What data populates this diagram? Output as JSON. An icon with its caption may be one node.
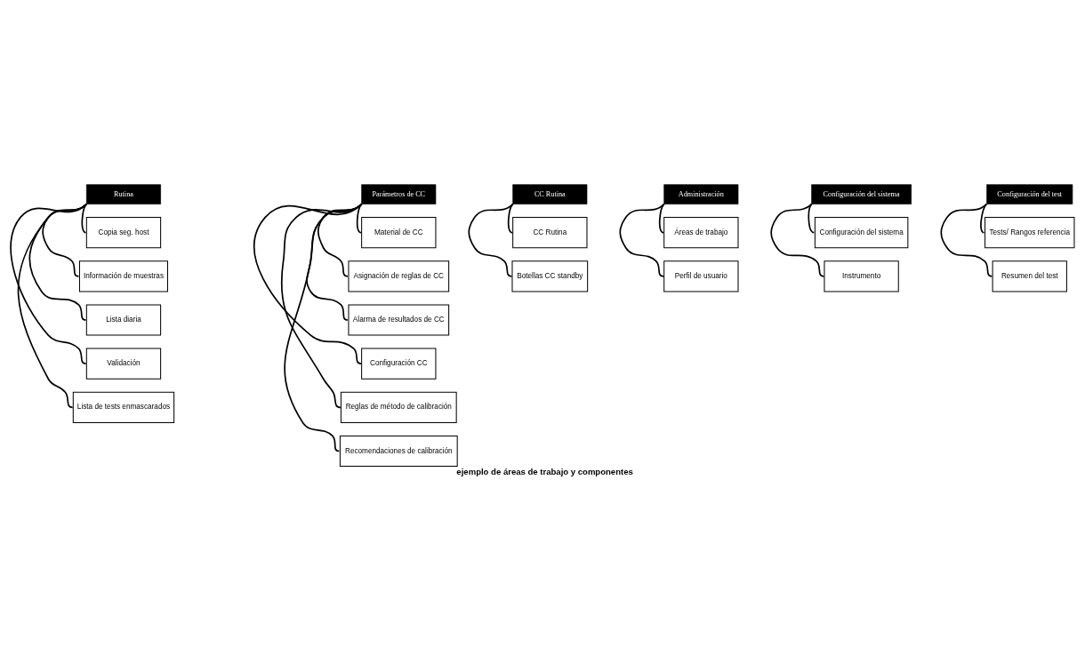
{
  "diagram": {
    "caption": "ejemplo de áreas de trabajo y componentes",
    "nodes": [
      {
        "text": [
          "Rutina"
        ]
      },
      {
        "text": [
          "Copia seg. host"
        ]
      },
      {
        "text": [
          "Información de muestras"
        ]
      },
      {
        "text": [
          "Lista diaria"
        ]
      },
      {
        "text": [
          "Validación"
        ]
      },
      {
        "text": [
          "Lista de tests enmascarados"
        ]
      },
      {
        "text": [
          "Parámetros de CC"
        ]
      },
      {
        "text": [
          "Material de CC"
        ]
      },
      {
        "text": [
          "Asignación de reglas de CC"
        ]
      },
      {
        "text": [
          "Alarma de resultados de CC"
        ]
      },
      {
        "text": [
          "Configuración CC"
        ]
      },
      {
        "text": [
          "Reglas de método de calibración"
        ]
      },
      {
        "text": [
          "Recomendaciones de calibración"
        ]
      },
      {
        "text": [
          "CC Rutina"
        ]
      },
      {
        "text": [
          "CC Rutina"
        ]
      },
      {
        "text": [
          "Botellas CC standby"
        ]
      },
      {
        "text": [
          "Administración"
        ]
      },
      {
        "text": [
          "Áreas de trabajo"
        ]
      },
      {
        "text": [
          "Perfil de usuario"
        ]
      },
      {
        "text": [
          "Configuración del sistema"
        ]
      },
      {
        "text": [
          "Configuración del sistema"
        ]
      },
      {
        "text": [
          "Instrumento"
        ]
      },
      {
        "text": [
          "Configuración del test"
        ]
      },
      {
        "text": [
          "Tests/ Rangos referencia"
        ]
      },
      {
        "text": [
          "Resumen del test"
        ]
      }
    ],
    "edges": [
      {
        "from": 0,
        "to": 1,
        "arrow": "none"
      },
      {
        "from": 0,
        "to": 2,
        "arrow": "none"
      },
      {
        "from": 0,
        "to": 3,
        "arrow": "none"
      },
      {
        "from": 0,
        "to": 4,
        "arrow": "none"
      },
      {
        "from": 0,
        "to": 5,
        "arrow": "none"
      },
      {
        "from": 6,
        "to": 7,
        "arrow": "none"
      },
      {
        "from": 6,
        "to": 8,
        "arrow": "none"
      },
      {
        "from": 6,
        "to": 9,
        "arrow": "none"
      },
      {
        "from": 6,
        "to": 10,
        "arrow": "none"
      },
      {
        "from": 6,
        "to": 11,
        "arrow": "none"
      },
      {
        "from": 6,
        "to": 12,
        "arrow": "none"
      },
      {
        "from": 13,
        "to": 14,
        "arrow": "none"
      },
      {
        "from": 13,
        "to": 15,
        "arrow": "none"
      },
      {
        "from": 16,
        "to": 17,
        "arrow": "none"
      },
      {
        "from": 16,
        "to": 18,
        "arrow": "none"
      },
      {
        "from": 19,
        "to": 20,
        "arrow": "none"
      },
      {
        "from": 19,
        "to": 21,
        "arrow": "none"
      },
      {
        "from": 22,
        "to": 23,
        "arrow": "none"
      },
      {
        "from": 22,
        "to": 24,
        "arrow": "none"
      }
    ]
  }
}
